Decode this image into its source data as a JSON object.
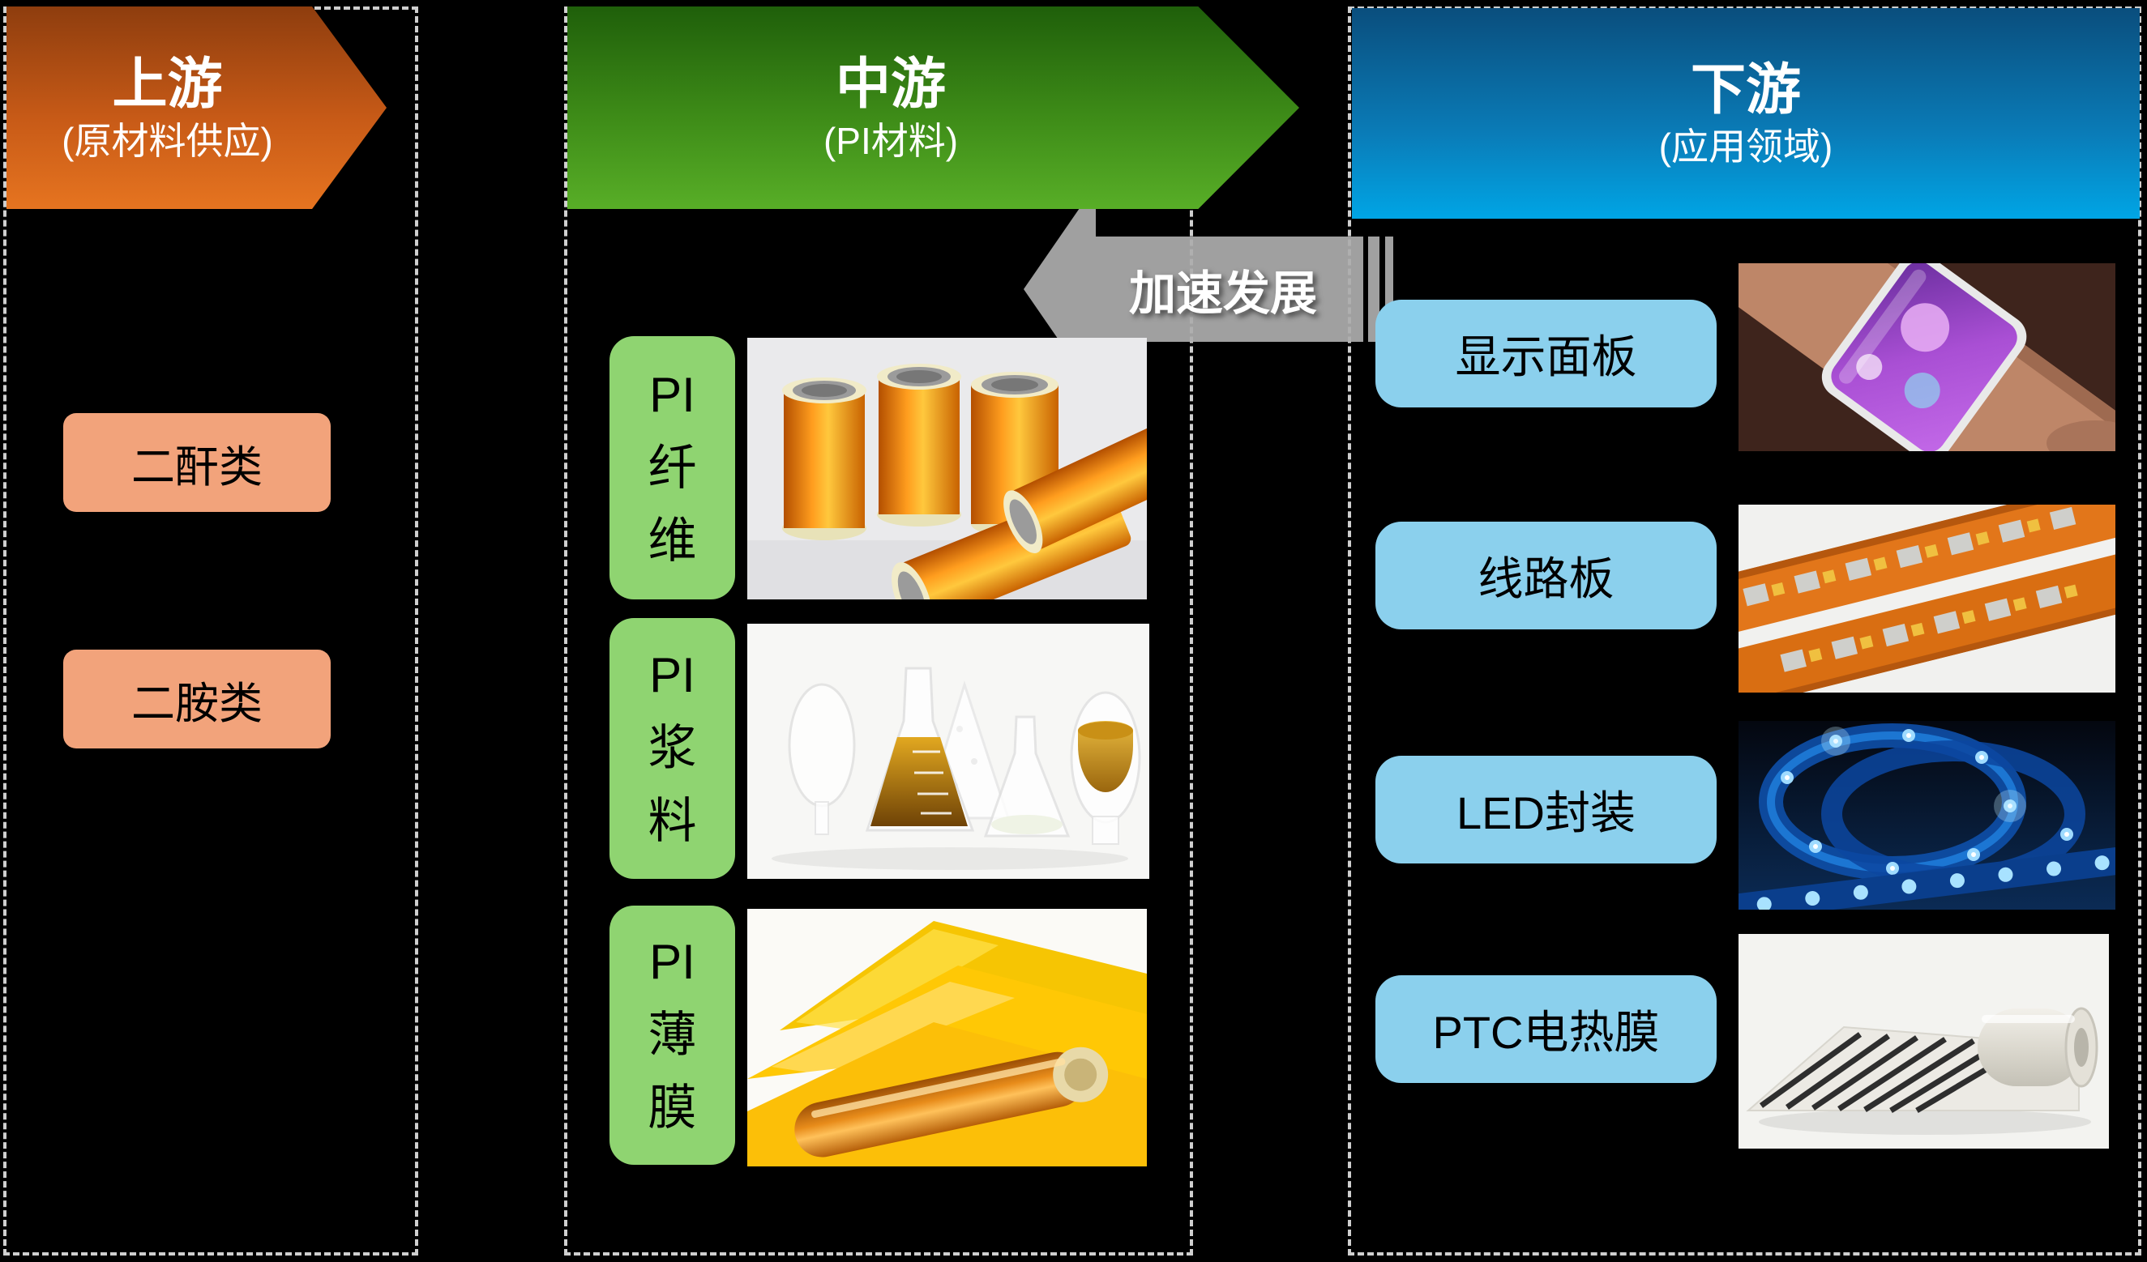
{
  "diagram": {
    "background": "#000000",
    "stages": [
      {
        "title": "上游",
        "subtitle": "(原材料供应)",
        "color_top": "#8E3D0E",
        "color_bottom": "#E67420"
      },
      {
        "title": "中游",
        "subtitle": "(PI材料)",
        "color_top": "#1F5F0A",
        "color_bottom": "#58AE27"
      },
      {
        "title": "下游",
        "subtitle": "(应用领域)",
        "color_top": "#0A4E7D",
        "color_bottom": "#00A5E5"
      }
    ],
    "accel_arrow": {
      "label": "加速发展",
      "color": "#ACACAC"
    },
    "upstream": {
      "box_color": "#F2A37B",
      "items": [
        {
          "label": "二酐类"
        },
        {
          "label": "二胺类"
        }
      ]
    },
    "midstream": {
      "box_color": "#8FD471",
      "items": [
        {
          "label": "PI纤维",
          "lines": [
            "PI",
            "纤",
            "维"
          ],
          "image": "pi-fiber-spools-photo"
        },
        {
          "label": "PI浆料",
          "lines": [
            "PI",
            "浆",
            "料"
          ],
          "image": "pi-slurry-glassware-photo"
        },
        {
          "label": "PI薄膜",
          "lines": [
            "PI",
            "薄",
            "膜"
          ],
          "image": "pi-film-roll-photo"
        }
      ]
    },
    "downstream": {
      "box_color": "#8BD0ED",
      "items": [
        {
          "label": "显示面板",
          "image": "flexible-display-wrist-photo"
        },
        {
          "label": "线路板",
          "image": "flexible-circuit-board-photo"
        },
        {
          "label": "LED封装",
          "image": "led-strip-photo"
        },
        {
          "label": "PTC电热膜",
          "image": "ptc-heating-film-photo"
        }
      ]
    }
  }
}
